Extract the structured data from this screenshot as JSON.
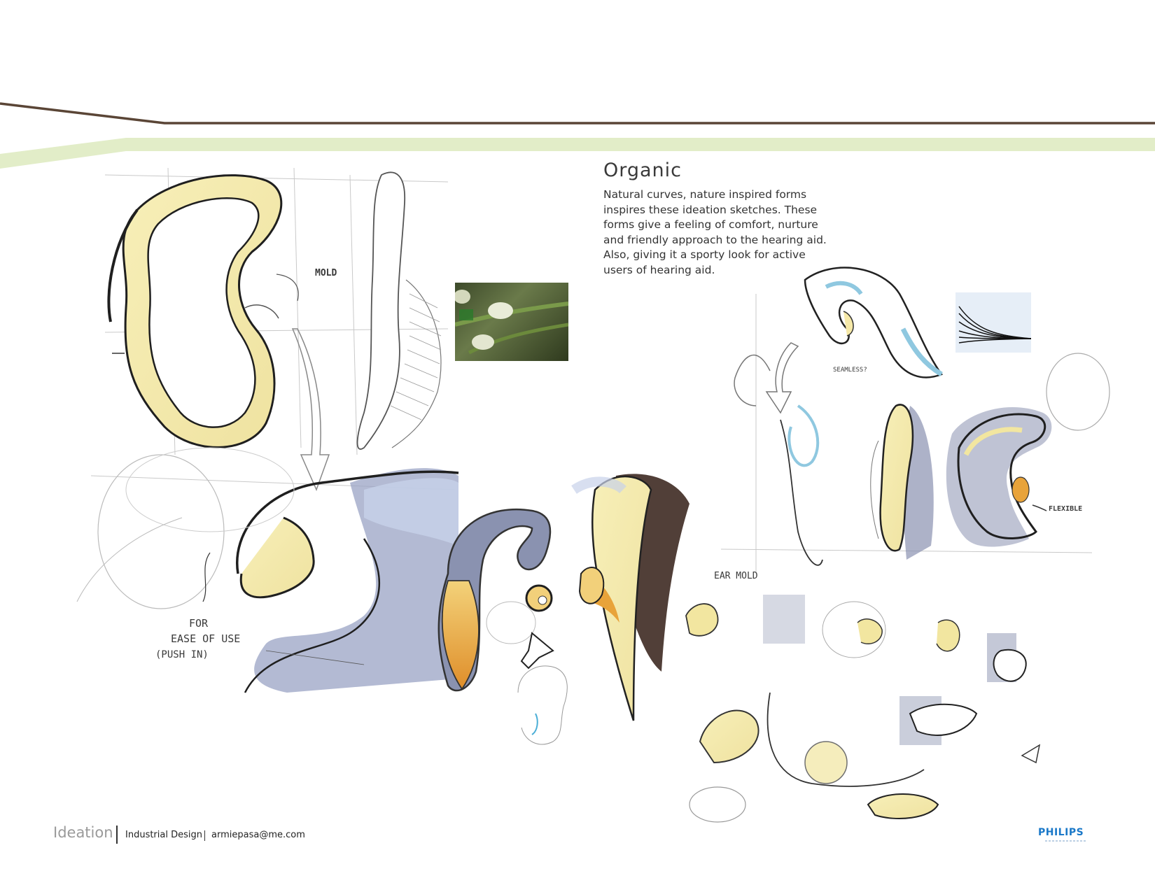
{
  "heading": {
    "title": "Organic",
    "description_lines": [
      "Natural curves, nature inspired forms",
      "inspires these ideation sketches. These",
      "forms give a feeling of comfort, nurture",
      "and friendly approach to the hearing aid.",
      "Also, giving it a sporty look for active",
      "users of hearing aid."
    ]
  },
  "annotations": {
    "mold": "MOLD",
    "ease_line1": "FOR",
    "ease_line2": "EASE OF USE",
    "ease_line3": "(PUSH IN)",
    "seamless": "SEAMLESS?",
    "flexible": "FLEXIBLE",
    "ear_mold": "EAR MOLD"
  },
  "footer": {
    "section": "Ideation",
    "department": "Industrial Design",
    "email": "armiepasa@me.com",
    "logo": "PHILIPS"
  },
  "colors": {
    "header_line": "#5a4536",
    "header_band": "#e2edc8",
    "marker_yellow": "#f2e6a0",
    "marker_orange": "#e8a33a",
    "marker_blue": "#8fc8e0",
    "marker_gray": "#8a92b0",
    "marker_brown": "#3e2a22",
    "logo_blue": "#1a78c8"
  }
}
